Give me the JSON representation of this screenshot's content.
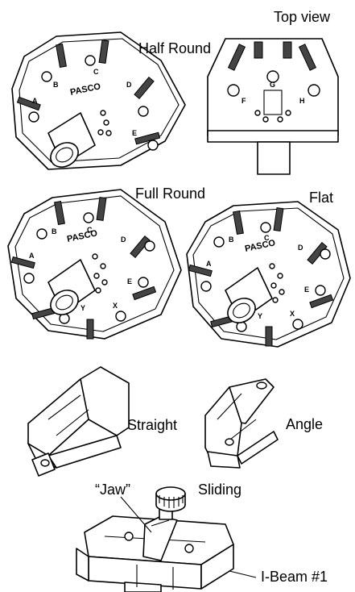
{
  "labels": {
    "top_view": "Top view",
    "half_round": "Half Round",
    "full_round": "Full Round",
    "flat": "Flat",
    "straight": "Straight",
    "angle": "Angle",
    "jaw": "“Jaw”",
    "sliding": "Sliding",
    "ibeam": "I-Beam #1"
  },
  "part_markings": {
    "brand": "PASCO",
    "letters_half_round": [
      "A",
      "B",
      "C",
      "D",
      "E"
    ],
    "letters_top_view": [
      "F",
      "G",
      "H"
    ],
    "letters_full_round": [
      "A",
      "B",
      "C",
      "D",
      "E",
      "X",
      "Y"
    ],
    "letters_flat": [
      "A",
      "B",
      "C",
      "D",
      "E",
      "X",
      "Y"
    ]
  },
  "icons": [
    "half-round-holder",
    "top-view-holder",
    "full-round-holder",
    "flat-holder",
    "straight-clip",
    "angle-clip",
    "sliding-jaw-ibeam"
  ]
}
